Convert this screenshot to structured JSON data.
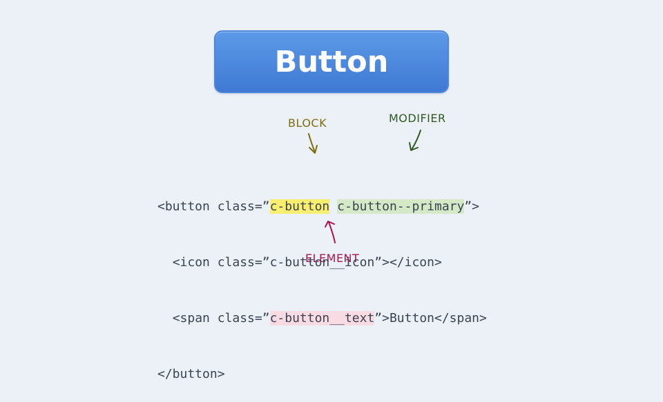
{
  "button": {
    "label": "Button"
  },
  "labels": {
    "block": "BLOCK",
    "modifier": "MODIFIER",
    "element": "ELEMENT"
  },
  "code": {
    "line1": {
      "pre": "<button class=”",
      "block": "c-button",
      "sep": " ",
      "modifier": "c-button--primary",
      "post": "”>"
    },
    "line2": {
      "indent": "  ",
      "text": "<icon class=”c-button__icon”></icon>"
    },
    "line3": {
      "indent": "  ",
      "pre": "<span class=”",
      "element": "c-button__text",
      "post": "”>Button</span>"
    },
    "line4": {
      "text": "</button>"
    }
  },
  "colors": {
    "background": "#ecf0f7",
    "button_fill": "#4a87dd",
    "block_label": "#7d6e0f",
    "block_highlight": "#f8ef6f",
    "modifier_label": "#2f5a22",
    "modifier_highlight": "#d5e9c6",
    "element_label": "#a81650",
    "element_highlight": "#f9dbe3",
    "code_text": "#3a4450"
  }
}
